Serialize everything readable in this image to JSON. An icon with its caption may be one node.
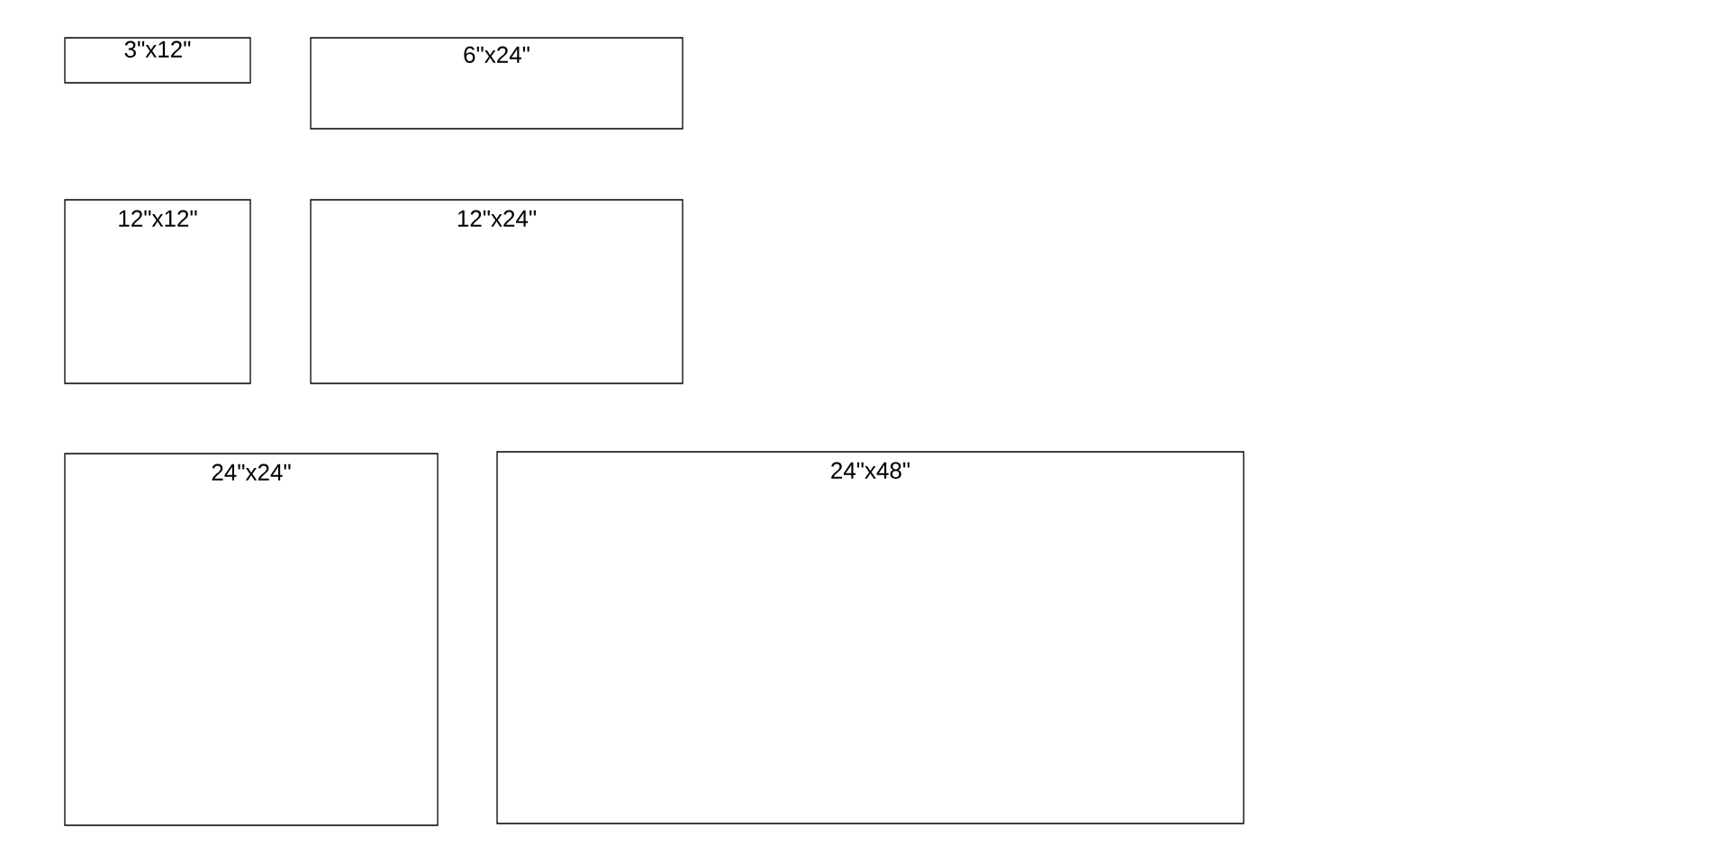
{
  "diagram": {
    "nodes": [
      {
        "text": [
          "3\"x12\""
        ]
      },
      {
        "text": [
          "6\"x24\""
        ]
      },
      {
        "text": [
          "12\"x12\""
        ]
      },
      {
        "text": [
          "12\"x24\""
        ]
      },
      {
        "text": [
          "24\"x24\""
        ]
      },
      {
        "text": [
          "24\"x48\""
        ]
      }
    ]
  }
}
